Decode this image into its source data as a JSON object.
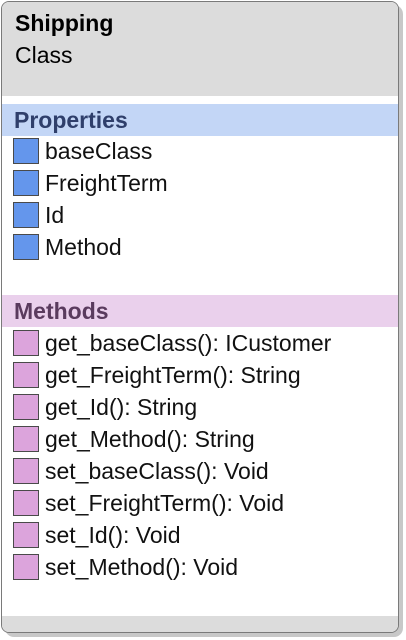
{
  "class_box": {
    "name": "Shipping",
    "stereotype": "Class",
    "properties_title": "Properties",
    "properties": [
      {
        "label": "baseClass"
      },
      {
        "label": "FreightTerm"
      },
      {
        "label": "Id"
      },
      {
        "label": "Method"
      }
    ],
    "methods_title": "Methods",
    "methods": [
      {
        "label": "get_baseClass(): ICustomer"
      },
      {
        "label": "get_FreightTerm(): String"
      },
      {
        "label": "get_Id(): String"
      },
      {
        "label": "get_Method(): String"
      },
      {
        "label": "set_baseClass(): Void"
      },
      {
        "label": "set_FreightTerm(): Void"
      },
      {
        "label": "set_Id(): Void"
      },
      {
        "label": "set_Method(): Void"
      }
    ]
  },
  "colors": {
    "header_bg": "#dcdcdc",
    "properties_band": "#c3d6f6",
    "properties_icon": "#6496ec",
    "methods_band": "#ead0ec",
    "methods_icon": "#dca4dc"
  }
}
